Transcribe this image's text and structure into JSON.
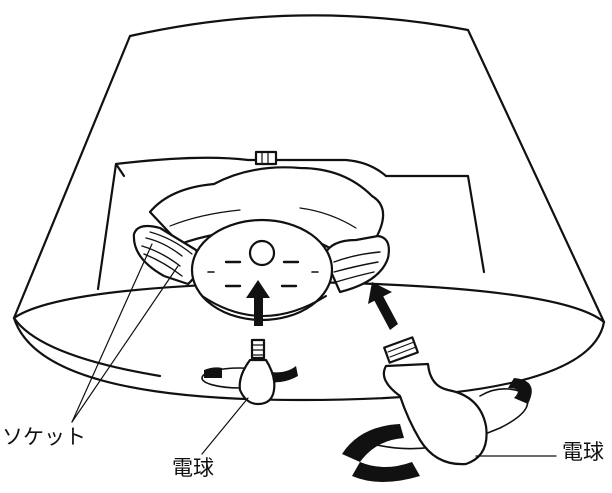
{
  "labels": {
    "socket": "ソケット",
    "bulb_left": "電球",
    "bulb_right": "電球"
  },
  "colors": {
    "line": "#111111",
    "fill": "#ffffff",
    "arrow": "#111111"
  }
}
